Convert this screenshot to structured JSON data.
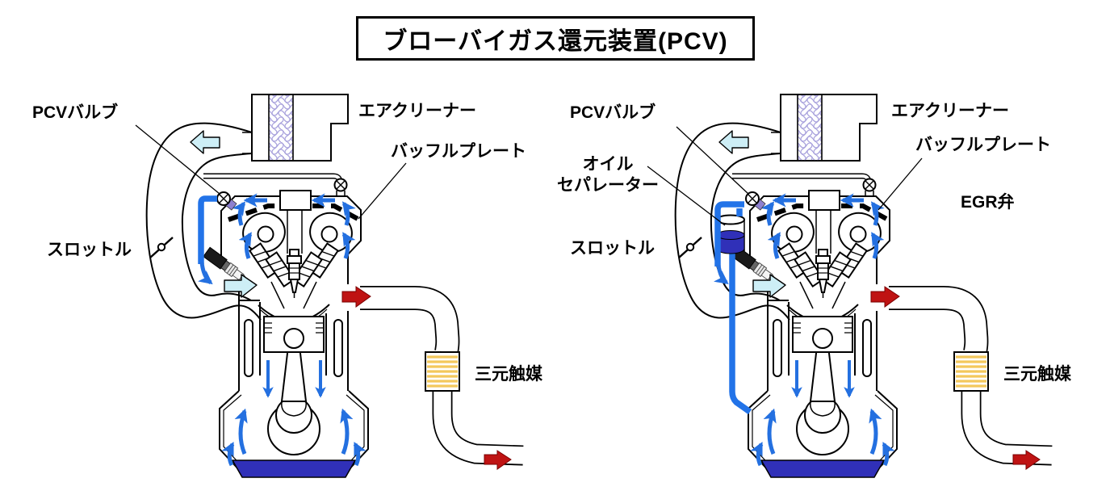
{
  "title": "ブローバイガス還元装置(PCV)",
  "colors": {
    "flow-blue": "#2470e0",
    "hose-blue": "#2273e8",
    "oil-blue": "#3030b8",
    "cyan-fill": "#cdeef6",
    "red-fill": "#bf1313",
    "catalyst-gold": "#f3c85c",
    "filter-lilac": "#a8a1dc",
    "valve-lilac": "#8d80cf"
  },
  "left_diagram": {
    "labels": {
      "pcv_valve": "PCVバルブ",
      "air_cleaner": "エアクリーナー",
      "baffle_plate": "バッフルプレート",
      "throttle": "スロットル",
      "catalyst": "三元触媒"
    }
  },
  "right_diagram": {
    "labels": {
      "pcv_valve": "PCVバルブ",
      "air_cleaner": "エアクリーナー",
      "oil_separator_line1": "オイル",
      "oil_separator_line2": "セパレーター",
      "throttle": "スロットル",
      "baffle_plate": "バッフルプレート",
      "egr_valve": "EGR弁",
      "catalyst": "三元触媒"
    }
  }
}
